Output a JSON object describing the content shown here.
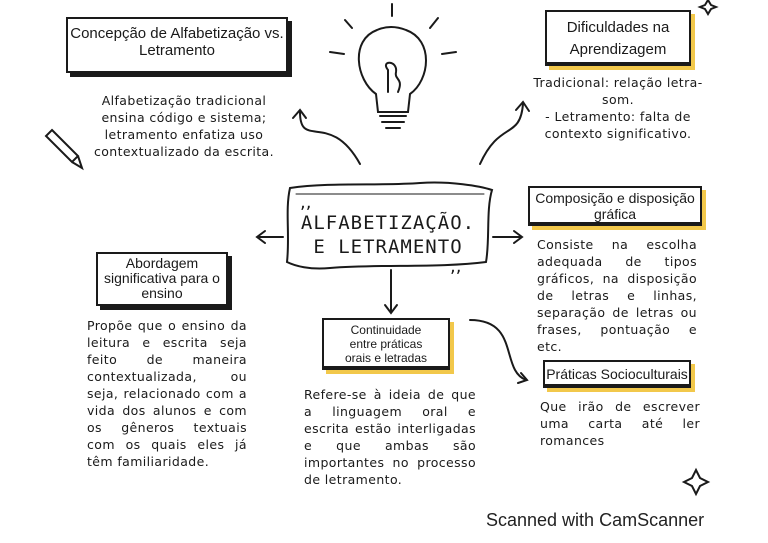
{
  "central": {
    "line1": "ALFABETIZAÇÃO.",
    "line2": "E LETRAMENTO"
  },
  "nodes": {
    "concepcao": {
      "title1": "Concepção de Alfabetização vs.",
      "title2": "Letramento",
      "body": "Alfabetização tradicional ensina código e sistema; letramento enfatiza uso contextualizado da escrita."
    },
    "dificuldades": {
      "title1": "Dificuldades na",
      "title2": "Aprendizagem",
      "body1": "Tradicional: relação letra-",
      "body2": "som.",
      "body3": "- Letramento: falta de",
      "body4": "contexto significativo."
    },
    "composicao": {
      "title1": "Composição e disposição",
      "title2": "gráfica",
      "body": "Consiste na escolha adequada de tipos gráficos, na disposição de letras e linhas, separação de letras ou frases, pontuação e etc."
    },
    "abordagem": {
      "title1": "Abordagem",
      "title2": "significativa para o",
      "title3": "ensino",
      "body": "Propõe que o ensino da leitura e escrita seja feito de maneira contextualizada, ou seja, relacionado com a vida dos alunos e com os gêneros textuais com os quais eles já têm familiaridade."
    },
    "continuidade": {
      "title1": "Continuidade",
      "title2": "entre práticas",
      "title3": "orais e letradas",
      "body": "Refere-se à ideia de que a linguagem oral e escrita estão interligadas e que ambas são importantes no processo de letramento."
    },
    "praticas": {
      "title": "Práticas Socioculturais",
      "body": "Que irão de escrever uma carta até ler romances"
    }
  },
  "footer": "Scanned with CamScanner",
  "colors": {
    "highlight": "#f2c84b",
    "ink": "#1a1a1a"
  }
}
